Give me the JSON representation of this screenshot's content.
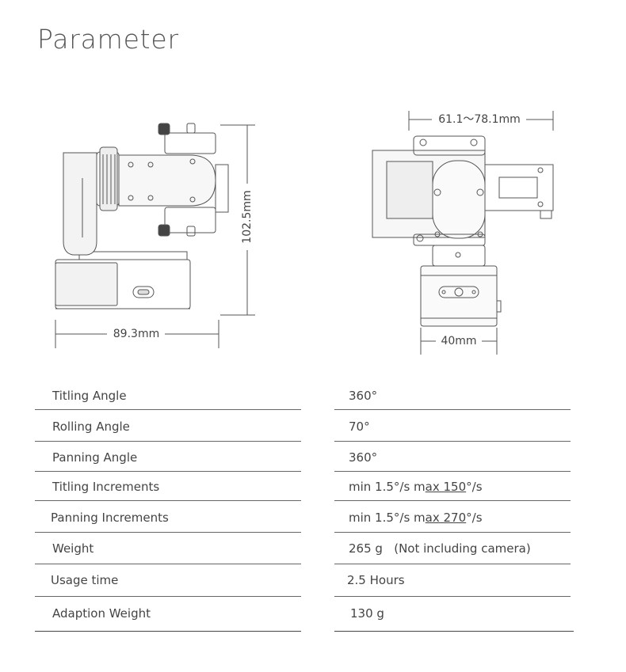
{
  "page": {
    "title": "Parameter"
  },
  "dimensions": {
    "side_height": "102.5mm",
    "side_width": "89.3mm",
    "front_width_range": "61.1～78.1mm",
    "front_base_width": "40mm"
  },
  "specs": [
    {
      "label": "Titling Angle",
      "value": "360°"
    },
    {
      "label": "Rolling Angle",
      "value": "70°"
    },
    {
      "label": "Panning Angle",
      "value": "360°"
    },
    {
      "label": "Titling Increments",
      "value_pre": "min 1.5°/s m",
      "value_u": "ax 150",
      "value_post": "°/s"
    },
    {
      "label": "Panning Increments",
      "value_pre": "min 1.5°/s m",
      "value_u": "ax 270",
      "value_post": "°/s"
    },
    {
      "label": "Weight",
      "value": "265 g   (Not including camera)"
    },
    {
      "label": "Usage time",
      "value": "2.5 Hours"
    },
    {
      "label": "Adaption Weight",
      "value": "130 g"
    }
  ],
  "colors": {
    "line": "#666666",
    "text": "#444444",
    "drawing": "#555555"
  }
}
